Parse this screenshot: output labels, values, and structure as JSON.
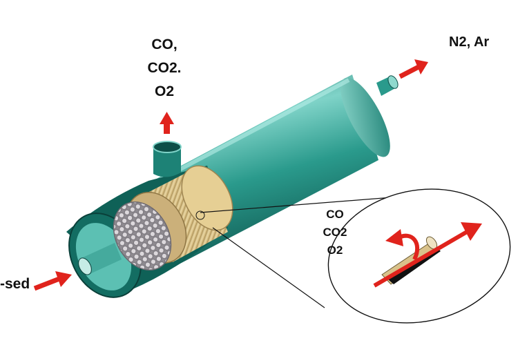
{
  "labels": {
    "permeate_top": [
      "CO,",
      "CO2.",
      "O2"
    ],
    "retentate": "N2, Ar",
    "permeate_detail": [
      "CO",
      "CO2",
      "O2"
    ],
    "feed": "-sed"
  },
  "colors": {
    "shell": "#1f8a7e",
    "shell_highlight": "#7fd3c8",
    "shell_dark": "#0c4f48",
    "fiber_bundle": "#d9c28a",
    "fiber_ends": "#c8c4c8",
    "arrow": "#e0231c"
  }
}
